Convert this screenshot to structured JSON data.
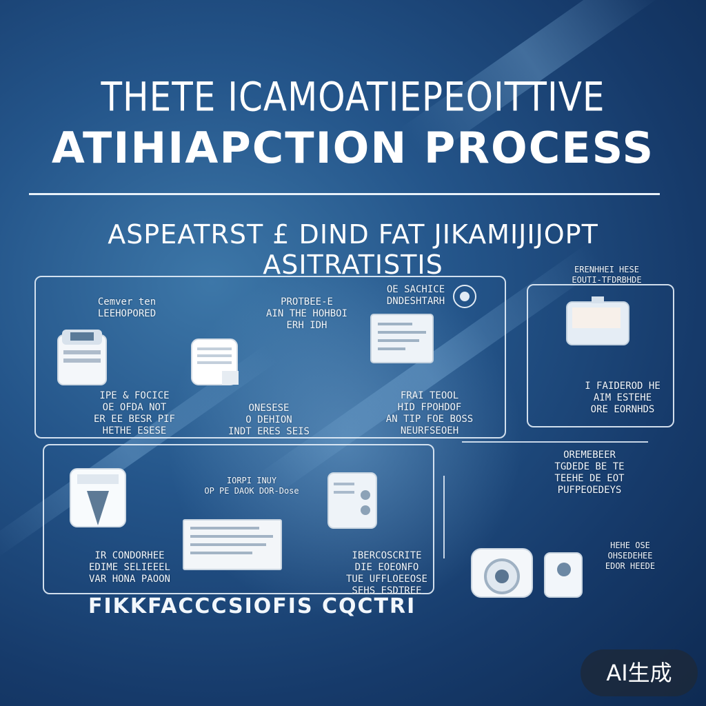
{
  "title": {
    "line1": "THETE ICAMOATIEPEOITTIVE",
    "line2": "ATIHIAPCTION PROCESS"
  },
  "subtitle": "ASPEATRST  £  DIND  FAT  JIKAMIJIJOPT  ASITRATISTIS",
  "labels": {
    "tl_1": "Cemver ten",
    "tl_2": "LEEHOPORED",
    "tm_1": "PROTBEE-E",
    "tm_2": "AIN THE HOHBOI",
    "tm_3": "ERH IDH",
    "tr_1": "OE SACHICE",
    "tr_2": "DNDESHTARH",
    "bl1_1": "IPE & FOCICE",
    "bl1_2": "OE OFDA NOT",
    "bl1_3": "ER EE BESR PIF",
    "bl1_4": "HETHE ESESE",
    "bm1_1": "ONESESE",
    "bm1_2": "O DEHION",
    "bm1_3": "INDT ERES SEIS",
    "br1_1": "FRAI TEOOL",
    "br1_2": "HID FPOHDOF",
    "br1_3": "AN TIP FOE BOSS",
    "br1_4": "NEURFSEOEH",
    "side_1": "ERENHHEI HESE",
    "side_2": "EOUTI-TFDRBHDE",
    "side_3": "I FAIDEROD HE",
    "side_4": "AIM ESTEHE",
    "side_5": "ORE EORNHDS",
    "mid_1": "IORPI INUY",
    "mid_2": "OP PE DAOK DOR-Dose",
    "right_1": "OREMEBEER",
    "right_2": "TGDEDE BE TE",
    "right_3": "TEEHE DE EOT",
    "right_4": "PUFPEOEDEYS",
    "bl2_1": "IR CONDORHEE",
    "bl2_2": "EDIME SELIEEEL",
    "bl2_3": "VAR HONA PAOON",
    "bm2_1": "IBERCOSCRITE",
    "bm2_2": "DIE EOEONFO",
    "bm2_3": "TUE UFFLOEEOSE",
    "bm2_4": "SEHS ESDTREE",
    "right_b1": "HEHE OSE",
    "right_b2": "OHSEDEHEE",
    "right_b3": "EDOR HEEDE"
  },
  "footer": "FIKKFACCCSIOFIS  CQCTRI",
  "badge": "AI生成",
  "colors": {
    "background": "#24558a",
    "line": "#e9f2fa",
    "text": "#ffffff"
  }
}
